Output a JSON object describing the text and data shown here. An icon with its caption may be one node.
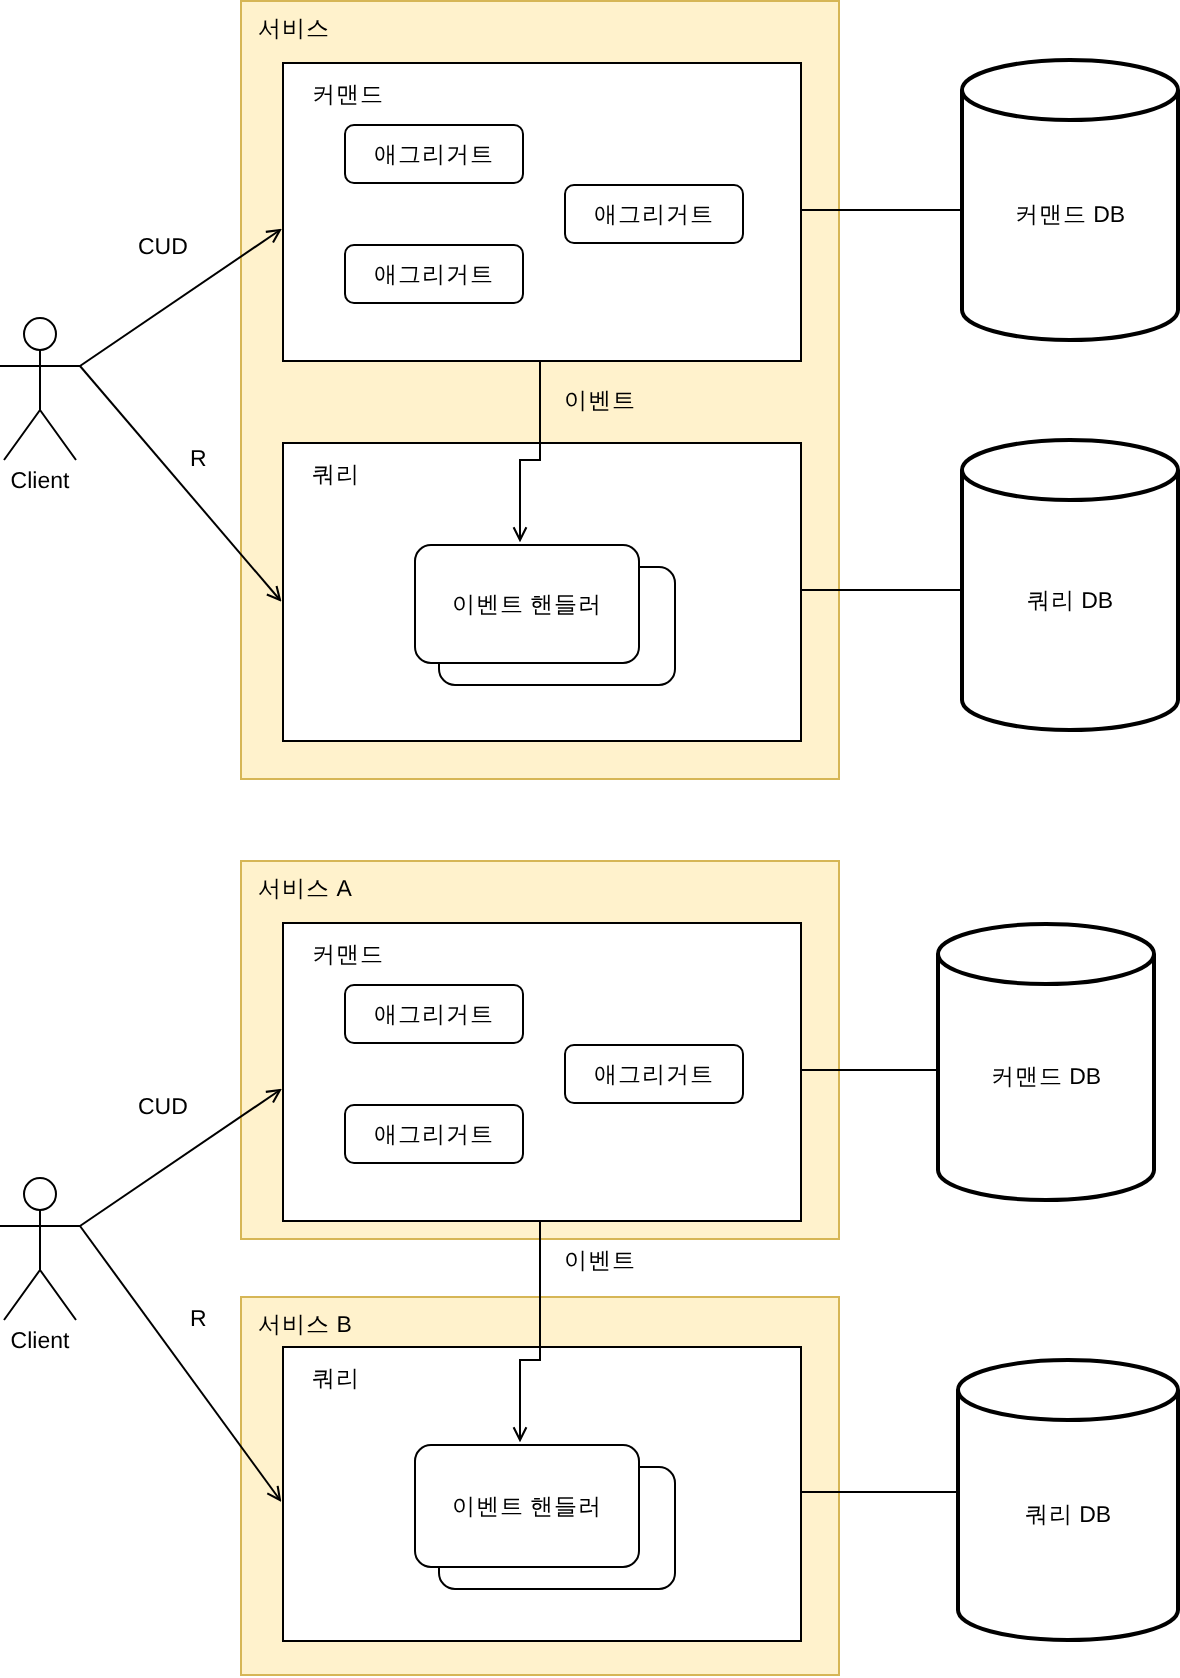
{
  "diagram": {
    "nodes": [
      {
        "text": [
          "Client"
        ]
      },
      {
        "text": [
          "서비스"
        ]
      },
      {
        "text": [
          "커맨드"
        ],
        "in": 1
      },
      {
        "text": [
          "애그리거트"
        ],
        "in": 2
      },
      {
        "text": [
          "애그리거트"
        ],
        "in": 2
      },
      {
        "text": [
          "애그리거트"
        ],
        "in": 2
      },
      {
        "text": [
          "쿼리"
        ],
        "in": 1
      },
      {
        "text": [
          "이벤트 핸들러"
        ],
        "in": 6
      },
      {
        "text": [
          "커맨드 DB"
        ]
      },
      {
        "text": [
          "쿼리 DB"
        ]
      },
      {
        "text": [
          "Client"
        ]
      },
      {
        "text": [
          "서비스 A"
        ]
      },
      {
        "text": [
          "커맨드"
        ],
        "in": 11
      },
      {
        "text": [
          "애그리거트"
        ],
        "in": 12
      },
      {
        "text": [
          "애그리거트"
        ],
        "in": 12
      },
      {
        "text": [
          "애그리거트"
        ],
        "in": 12
      },
      {
        "text": [
          "서비스 B"
        ]
      },
      {
        "text": [
          "쿼리"
        ],
        "in": 16
      },
      {
        "text": [
          "이벤트 핸들러"
        ],
        "in": 17
      },
      {
        "text": [
          "커맨드 DB"
        ]
      },
      {
        "text": [
          "쿼리 DB"
        ]
      }
    ],
    "edges": [
      {
        "from": 0,
        "to": 2,
        "arrow": "to",
        "label": "CUD"
      },
      {
        "from": 0,
        "to": 6,
        "arrow": "to",
        "label": "R"
      },
      {
        "from": 2,
        "to": 7,
        "arrow": "to",
        "label": "이벤트"
      },
      {
        "from": 2,
        "to": 8,
        "arrow": "none"
      },
      {
        "from": 6,
        "to": 9,
        "arrow": "none"
      },
      {
        "from": 10,
        "to": 12,
        "arrow": "to",
        "label": "CUD"
      },
      {
        "from": 10,
        "to": 17,
        "arrow": "to",
        "label": "R"
      },
      {
        "from": 12,
        "to": 18,
        "arrow": "to",
        "label": "이벤트"
      },
      {
        "from": 12,
        "to": 19,
        "arrow": "none"
      },
      {
        "from": 17,
        "to": 20,
        "arrow": "none"
      }
    ]
  }
}
